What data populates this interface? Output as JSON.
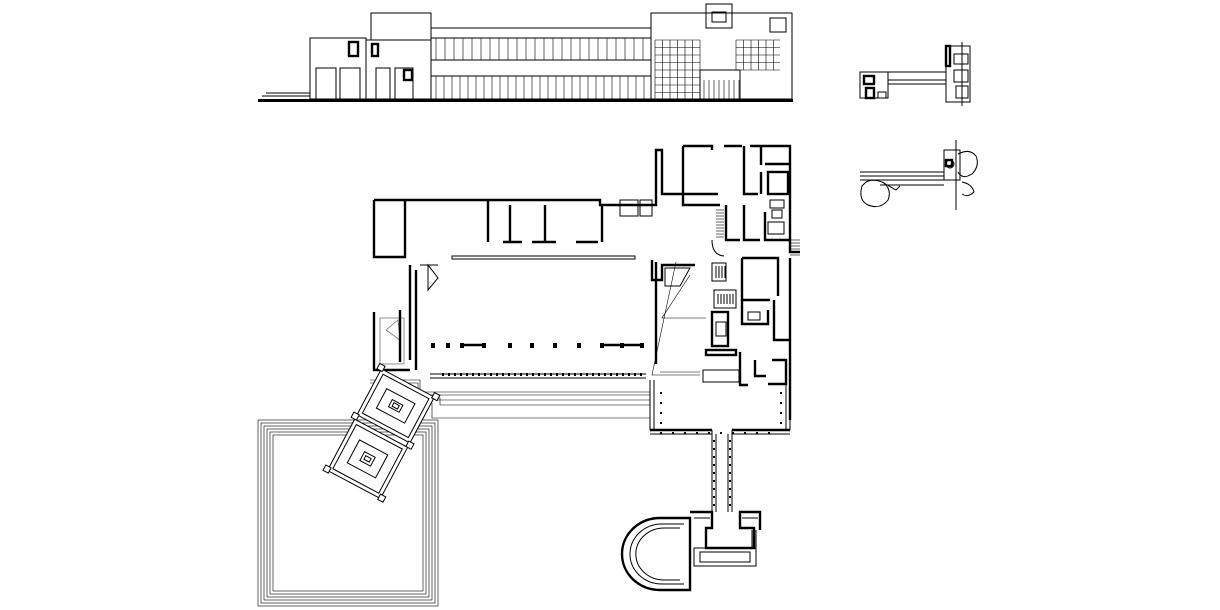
{
  "drawing": {
    "stroke_color": "#000000",
    "background_color": "#ffffff",
    "views": [
      "elevation",
      "plan",
      "site-section",
      "site-plan"
    ]
  }
}
